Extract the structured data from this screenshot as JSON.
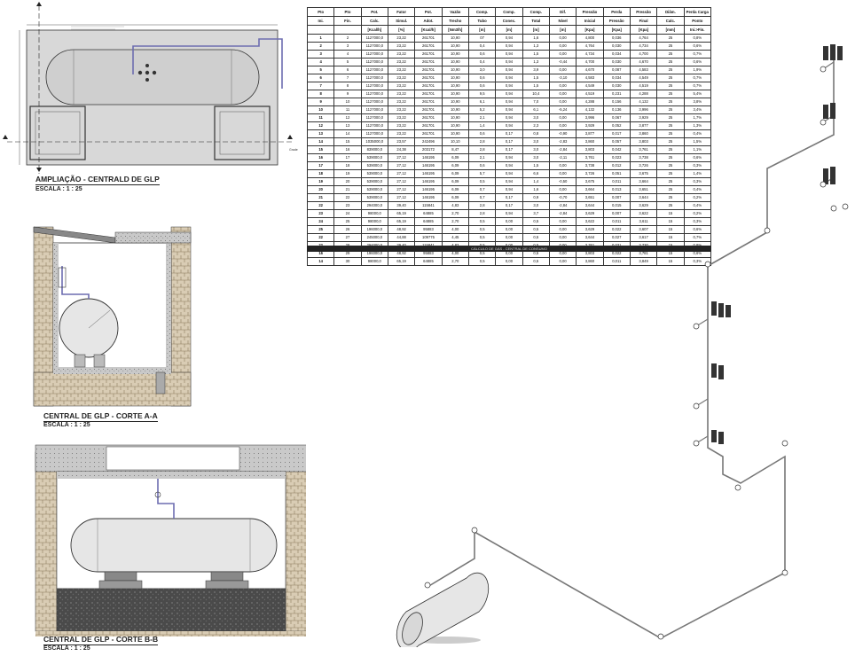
{
  "drawings": {
    "plan": {
      "title": "AMPLIAÇÃO - CENTRALD DE GLP",
      "scale": "ESCALA : 1 : 25"
    },
    "section_aa": {
      "title": "CENTRAL DE GLP - CORTE A-A",
      "scale": "ESCALA : 1 : 25"
    },
    "section_bb": {
      "title": "CENTRAL DE GLP - CORTE B-B",
      "scale": "ESCALA : 1 : 25"
    }
  },
  "table": {
    "headers_top": [
      "Pto",
      "Pto",
      "Pot.",
      "Fator",
      "Pot.",
      "Vazão",
      "Comp.",
      "Comp.",
      "Comp.",
      "Dif.",
      "Pressão",
      "Perda",
      "Pressão",
      "Diâm.",
      "Perda Carga"
    ],
    "headers_bottom": [
      "Ini.",
      "Fin.",
      "Calc.",
      "Simul.",
      "Adot.",
      "Trecho",
      "Tubo",
      "Conex.",
      "Total",
      "Nível",
      "Inicial",
      "Pressão",
      "Final",
      "Calc.",
      "Ponto"
    ],
    "headers_units": [
      "",
      "",
      "[Kcal/h]",
      "[%]",
      "[Kcal/h]",
      "[Nm3/h]",
      "[m]",
      "[m]",
      "[m]",
      "[m]",
      "[Kpa]",
      "[Kpa]",
      "[Kpa]",
      "[mm]",
      "Ini.>Fin."
    ],
    "rows": [
      [
        "1",
        "2",
        "1127000,0",
        "23,22",
        "261701",
        "10,90",
        "07",
        "0,94",
        "1,6",
        "0,00",
        "4,800",
        "0,036",
        "4,764",
        "25",
        "0,8%"
      ],
      [
        "2",
        "3",
        "1127000,0",
        "23,22",
        "261701",
        "10,90",
        "0,4",
        "0,94",
        "1,3",
        "0,00",
        "4,764",
        "0,030",
        "4,734",
        "25",
        "0,6%"
      ],
      [
        "3",
        "4",
        "1127000,0",
        "23,22",
        "261701",
        "10,90",
        "0,6",
        "0,94",
        "1,5",
        "0,00",
        "4,734",
        "0,034",
        "4,700",
        "25",
        "0,7%"
      ],
      [
        "4",
        "5",
        "1127000,0",
        "23,22",
        "261701",
        "10,90",
        "0,4",
        "0,94",
        "1,3",
        "-0,44",
        "4,700",
        "0,030",
        "4,670",
        "25",
        "0,6%"
      ],
      [
        "5",
        "6",
        "1127000,0",
        "23,22",
        "261701",
        "10,90",
        "3,0",
        "0,94",
        "3,9",
        "0,00",
        "4,670",
        "0,087",
        "4,583",
        "25",
        "1,9%"
      ],
      [
        "6",
        "7",
        "1127000,0",
        "23,22",
        "261701",
        "10,90",
        "0,6",
        "0,94",
        "1,5",
        "-3,10",
        "4,583",
        "0,034",
        "4,549",
        "25",
        "0,7%"
      ],
      [
        "7",
        "8",
        "1127000,0",
        "23,22",
        "261701",
        "10,90",
        "0,6",
        "0,94",
        "1,5",
        "0,00",
        "4,549",
        "0,030",
        "4,519",
        "25",
        "0,7%"
      ],
      [
        "8",
        "9",
        "1127000,0",
        "23,22",
        "261701",
        "10,90",
        "9,5",
        "0,94",
        "10,4",
        "0,00",
        "4,519",
        "0,231",
        "4,288",
        "25",
        "5,4%"
      ],
      [
        "9",
        "10",
        "1127000,0",
        "23,22",
        "261701",
        "10,90",
        "6,1",
        "0,94",
        "7,0",
        "0,00",
        "4,288",
        "0,156",
        "4,132",
        "25",
        "3,8%"
      ],
      [
        "10",
        "11",
        "1127000,0",
        "23,22",
        "261701",
        "10,90",
        "5,2",
        "0,94",
        "6,1",
        "-5,24",
        "4,132",
        "0,136",
        "3,996",
        "25",
        "3,4%"
      ],
      [
        "11",
        "12",
        "1127000,0",
        "23,22",
        "261701",
        "10,90",
        "2,1",
        "0,94",
        "3,0",
        "0,00",
        "3,996",
        "0,067",
        "3,929",
        "25",
        "1,7%"
      ],
      [
        "12",
        "13",
        "1127000,0",
        "23,22",
        "261701",
        "10,90",
        "1,4",
        "0,94",
        "2,3",
        "0,00",
        "3,929",
        "0,052",
        "3,877",
        "25",
        "1,3%"
      ],
      [
        "13",
        "14",
        "1127000,0",
        "23,22",
        "261701",
        "10,90",
        "0,6",
        "0,17",
        "0,8",
        "-0,90",
        "3,877",
        "0,017",
        "3,860",
        "25",
        "0,4%"
      ],
      [
        "14",
        "15",
        "1035000,0",
        "23,57",
        "242496",
        "10,10",
        "2,8",
        "0,17",
        "3,0",
        "-2,83",
        "3,860",
        "0,057",
        "3,803",
        "25",
        "1,5%"
      ],
      [
        "15",
        "16",
        "839000,0",
        "24,38",
        "203172",
        "8,47",
        "2,8",
        "0,17",
        "3,0",
        "-2,84",
        "3,803",
        "0,042",
        "3,761",
        "25",
        "1,1%"
      ],
      [
        "16",
        "17",
        "539000,0",
        "27,12",
        "146195",
        "6,09",
        "2,1",
        "0,94",
        "3,0",
        "-2,11",
        "3,761",
        "0,023",
        "3,738",
        "25",
        "0,6%"
      ],
      [
        "17",
        "18",
        "539000,0",
        "27,12",
        "146195",
        "6,09",
        "0,6",
        "0,94",
        "1,5",
        "0,00",
        "3,738",
        "0,012",
        "3,726",
        "25",
        "0,3%"
      ],
      [
        "18",
        "19",
        "539000,0",
        "27,12",
        "146195",
        "6,09",
        "5,7",
        "0,94",
        "6,6",
        "0,00",
        "3,726",
        "0,051",
        "3,675",
        "25",
        "1,4%"
      ],
      [
        "19",
        "20",
        "539000,0",
        "27,12",
        "146195",
        "6,09",
        "0,5",
        "0,94",
        "1,4",
        "-0,50",
        "3,675",
        "0,011",
        "3,664",
        "25",
        "0,3%"
      ],
      [
        "20",
        "21",
        "539000,0",
        "27,12",
        "146195",
        "6,09",
        "0,7",
        "0,94",
        "1,6",
        "0,00",
        "3,664",
        "0,013",
        "3,651",
        "25",
        "0,4%"
      ],
      [
        "21",
        "22",
        "539000,0",
        "27,12",
        "146195",
        "6,09",
        "0,7",
        "0,17",
        "0,9",
        "-0,70",
        "3,651",
        "0,007",
        "3,644",
        "25",
        "0,2%"
      ],
      [
        "22",
        "23",
        "294000,0",
        "39,40",
        "115841",
        "4,83",
        "2,8",
        "0,17",
        "3,0",
        "-2,84",
        "3,644",
        "0,015",
        "3,629",
        "25",
        "0,4%"
      ],
      [
        "23",
        "24",
        "98000,0",
        "65,19",
        "64885",
        "2,70",
        "2,8",
        "0,94",
        "3,7",
        "-2,84",
        "3,629",
        "0,007",
        "3,622",
        "15",
        "0,2%"
      ],
      [
        "24",
        "25",
        "98000,0",
        "65,19",
        "64885",
        "2,70",
        "0,5",
        "0,00",
        "0,5",
        "0,00",
        "3,622",
        "0,011",
        "3,611",
        "15",
        "0,3%"
      ],
      [
        "25",
        "26",
        "196000,0",
        "48,92",
        "95883",
        "4,00",
        "0,5",
        "0,00",
        "0,5",
        "0,00",
        "3,629",
        "0,022",
        "3,607",
        "15",
        "0,6%"
      ],
      [
        "22",
        "27",
        "245000,0",
        "44,88",
        "109775",
        "4,45",
        "0,5",
        "0,00",
        "0,5",
        "0,00",
        "3,644",
        "0,027",
        "3,617",
        "15",
        "0,7%"
      ],
      [
        "22",
        "28",
        "294000,0",
        "39,40",
        "115841",
        "4,83",
        "0,5",
        "0,00",
        "0,5",
        "0,00",
        "3,761",
        "0,031",
        "3,730",
        "15",
        "0,8%"
      ],
      [
        "16",
        "29",
        "196000,0",
        "48,92",
        "95883",
        "4,00",
        "0,5",
        "0,00",
        "0,5",
        "0,00",
        "3,803",
        "0,022",
        "3,781",
        "15",
        "0,6%"
      ],
      [
        "14",
        "30",
        "98000,0",
        "65,19",
        "64885",
        "2,70",
        "0,5",
        "0,00",
        "0,5",
        "0,00",
        "3,860",
        "0,011",
        "3,849",
        "15",
        "0,3%"
      ]
    ],
    "footer": "CÁLCULO DE GÁS - CENTRAL DE CONSUMO"
  },
  "labels": {
    "grade": "Grade"
  },
  "colors": {
    "line": "#333333",
    "pipe": "#6d6db0",
    "wall_hatch": "#8c7b5e",
    "concrete": "#9a9a9a",
    "tank_fill": "#e6e6e6"
  }
}
